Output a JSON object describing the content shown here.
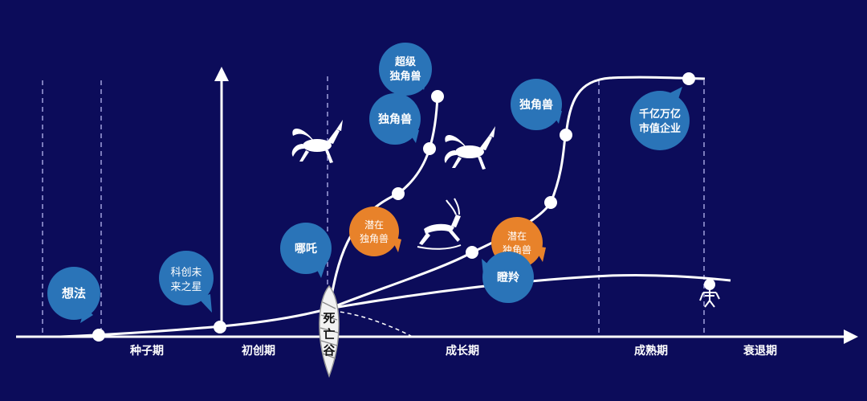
{
  "colors": {
    "background": "#0c0c5a",
    "line": "#ffffff",
    "bubble_blue": "#2a74b8",
    "bubble_orange": "#e8822a",
    "bubble_text": "#ffffff",
    "label": "#ffffff"
  },
  "stages": {
    "seed": "种子期",
    "startup": "初创期",
    "growth": "成长期",
    "mature": "成熟期",
    "decline": "衰退期"
  },
  "valley": "死亡谷",
  "bubbles": {
    "idea": "想法",
    "kechuang_line1": "科创未",
    "kechuang_line2": "来之星",
    "nezha": "哪吒",
    "potential1_line1": "潜在",
    "potential1_line2": "独角兽",
    "unicorn1": "独角兽",
    "super_line1": "超级",
    "super_line2": "独角兽",
    "potential2_line1": "潜在",
    "potential2_line2": "独角兽",
    "gazelle": "瞪羚",
    "unicorn2": "独角兽",
    "trillion_line1": "千亿万亿",
    "trillion_line2": "市值企业"
  },
  "icons": [
    "pegasus-icon",
    "pegasus-icon",
    "gazelle-icon",
    "skeleton-icon"
  ]
}
